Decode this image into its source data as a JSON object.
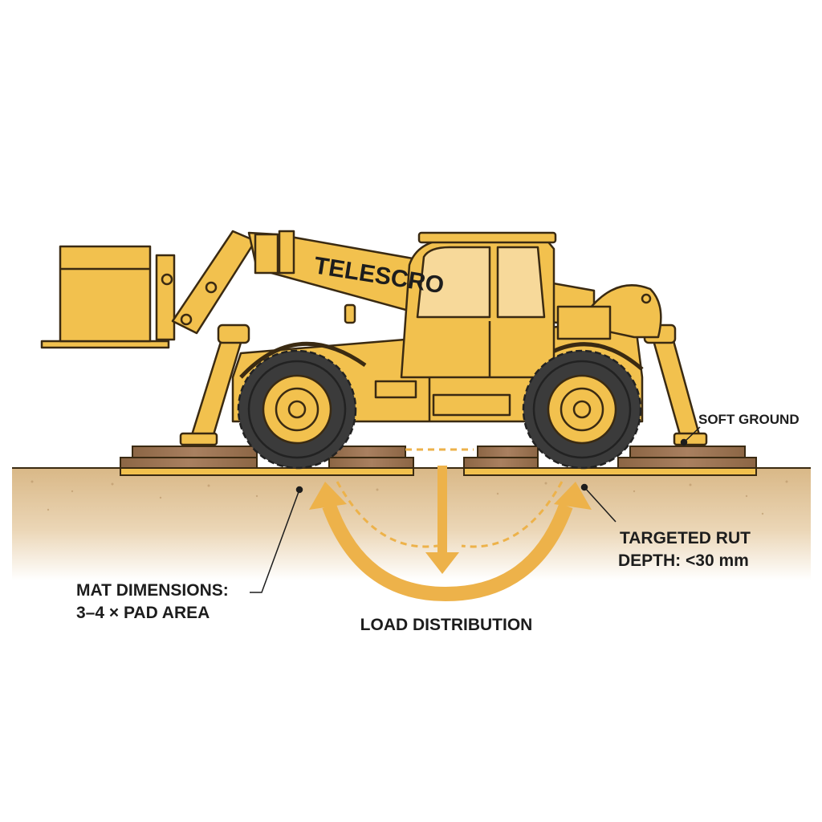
{
  "machine": {
    "boom_text": "TELESCRO"
  },
  "labels": {
    "soft_ground": "SOFT GROUND",
    "rut_line1": "TARGETED RUT",
    "rut_line2": "DEPTH: <30 mm",
    "mat_line1": "MAT DIMENSIONS:",
    "mat_line2": "3–4 × PAD AREA",
    "load": "LOAD DISTRIBUTION"
  },
  "colors": {
    "machine_yellow": "#F2C14E",
    "outline": "#3A2A12",
    "tire": "#3B3B3B",
    "mat_wood": "#9A7350",
    "ground": "#DDBE8F",
    "arrow": "#EDB24A"
  }
}
